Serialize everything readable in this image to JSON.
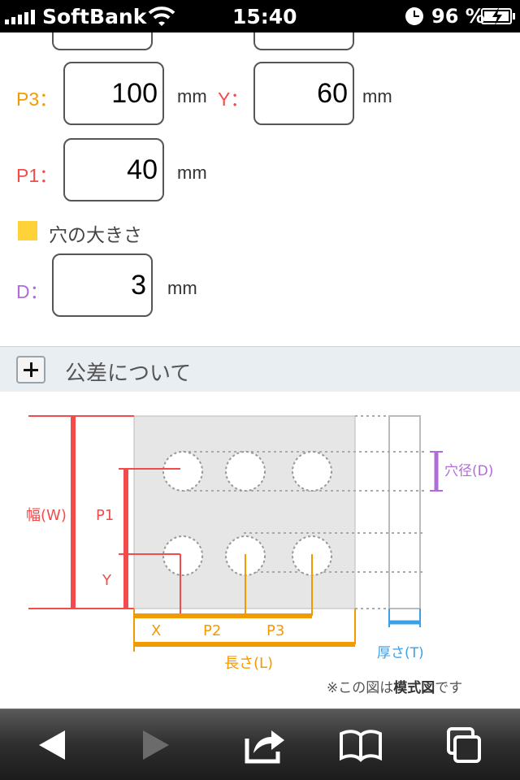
{
  "status_bar": {
    "carrier": "SoftBank",
    "time": "15:40",
    "battery": "96 %"
  },
  "form": {
    "p3": {
      "label": "P3",
      "colon": "：",
      "value": "100",
      "unit": "mm"
    },
    "y": {
      "label": "Y",
      "colon": "：",
      "value": "60",
      "unit": "mm"
    },
    "p1": {
      "label": "P1",
      "colon": "：",
      "value": "40",
      "unit": "mm"
    },
    "hole_section": {
      "title": "穴の大きさ",
      "color": "#ffd23a"
    },
    "d": {
      "label": "D",
      "colon": "：",
      "value": "3",
      "unit": "mm"
    }
  },
  "tolerance": {
    "label": "公差について"
  },
  "diagram": {
    "width_label": "幅(W)",
    "p1_label": "P1",
    "y_label": "Y",
    "x_label": "X",
    "p2_label": "P2",
    "p3_label": "P3",
    "length_label": "長さ(L)",
    "hole_label": "穴径(D)",
    "thickness_label": "厚さ(T)",
    "note_prefix": "※この図は",
    "note_bold": "模式図",
    "note_suffix": "です"
  },
  "colors": {
    "orange": "#f39a00",
    "red": "#f24b4b",
    "purple": "#b06cd8",
    "blue": "#3aa0e8"
  },
  "toolbar": {
    "icons": [
      "back-arrow-icon",
      "forward-arrow-icon",
      "share-icon",
      "bookmarks-icon",
      "tabs-icon"
    ]
  }
}
